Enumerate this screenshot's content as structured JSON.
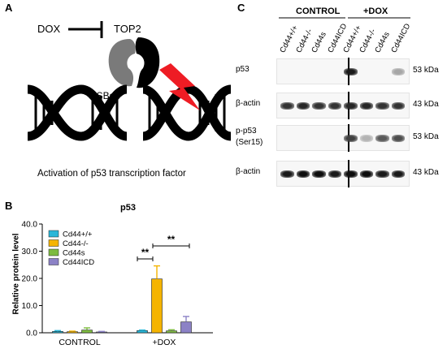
{
  "panel_a": {
    "letter": "A",
    "drug_label": "DOX",
    "target_label": "TOP2",
    "break_label": "DSBs",
    "caption": "Activation of p53 transcription factor"
  },
  "panel_b": {
    "letter": "B"
  },
  "panel_c": {
    "letter": "C",
    "group_control": "CONTROL",
    "group_dox": "+DOX",
    "lanes": [
      "Cd44+/+",
      "Cd44-/-",
      "Cd44s",
      "Cd44ICD",
      "Cd44+/+",
      "Cd44-/-",
      "Cd44s",
      "Cd44ICD"
    ],
    "rows": [
      {
        "label": "p53",
        "label2": "",
        "kda": "53 kDa",
        "intensities": [
          0,
          0,
          0,
          0,
          0.9,
          0,
          0,
          0.35
        ]
      },
      {
        "label": "β-actin",
        "label2": "",
        "kda": "43 kDa",
        "intensities": [
          0.8,
          0.85,
          0.8,
          0.8,
          0.85,
          0.85,
          0.8,
          0.8
        ]
      },
      {
        "label": "p-p53",
        "label2": "(Ser15)",
        "kda": "53 kDa",
        "intensities": [
          0,
          0,
          0,
          0,
          0.75,
          0.3,
          0.65,
          0.7
        ]
      },
      {
        "label": "β-actin",
        "label2": "",
        "kda": "43 kDa",
        "intensities": [
          0.9,
          0.95,
          0.95,
          0.9,
          0.95,
          0.95,
          0.9,
          0.9
        ]
      }
    ]
  },
  "chart_data": {
    "type": "bar",
    "title": "p53",
    "xlabel": "",
    "ylabel": "Relative protein level",
    "ylim": [
      0,
      40
    ],
    "yticks": [
      "0.0",
      "10.0",
      "20.0",
      "30.0",
      "40.0"
    ],
    "categories": [
      "CONTROL",
      "+DOX"
    ],
    "legend_position": "top-left",
    "series": [
      {
        "name": "Cd44+/+",
        "color": "#29b6d8",
        "values": [
          0.5,
          0.8
        ],
        "errors": [
          0.3,
          0.2
        ]
      },
      {
        "name": "Cd44-/-",
        "color": "#f5b400",
        "values": [
          0.4,
          19.8
        ],
        "errors": [
          0.2,
          4.8
        ]
      },
      {
        "name": "Cd44s",
        "color": "#7dbb3f",
        "values": [
          1.0,
          0.7
        ],
        "errors": [
          0.8,
          0.4
        ]
      },
      {
        "name": "Cd44ICD",
        "color": "#8c82c6",
        "values": [
          0.3,
          4.0
        ],
        "errors": [
          0.2,
          2.0
        ]
      }
    ],
    "annotations": [
      "**",
      "**"
    ]
  }
}
